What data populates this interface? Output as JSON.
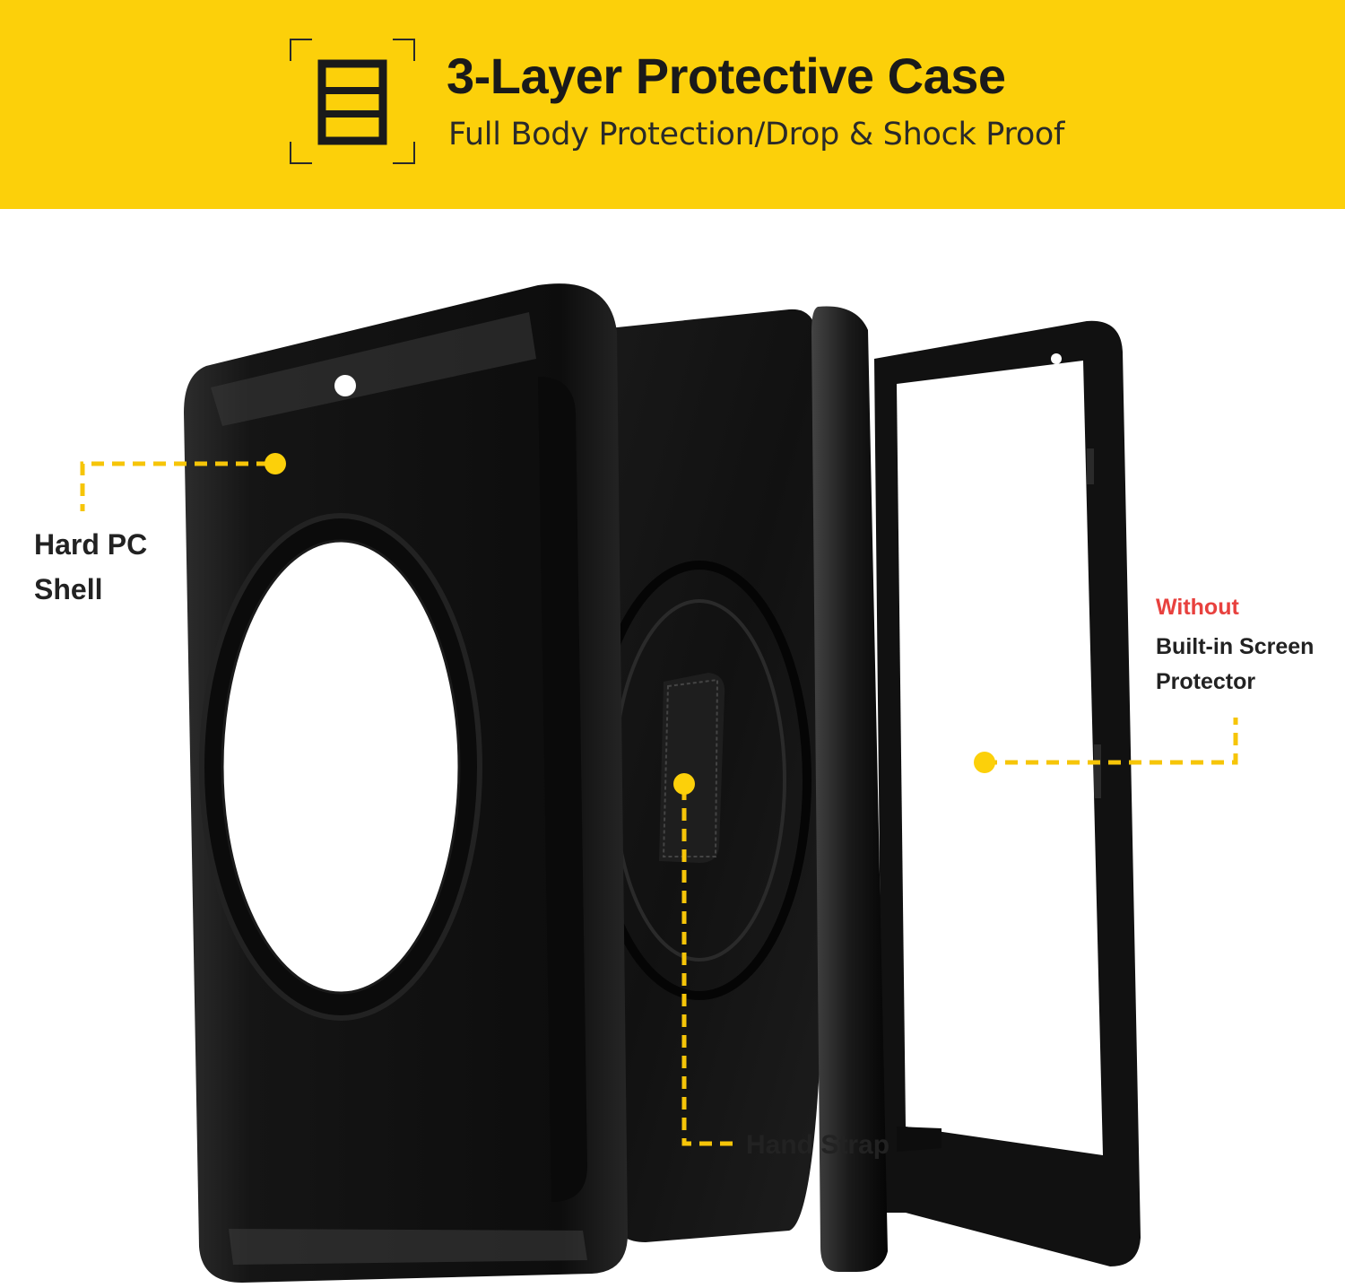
{
  "banner": {
    "title": "3-Layer Protective Case",
    "subtitle": "Full Body Protection/Drop & Shock Proof",
    "background_color": "#fcd00a",
    "icon": "layers-icon"
  },
  "callouts": {
    "hard_pc_shell": "Hard PC Shell",
    "hand_strap": "Hand Strap",
    "without": "Without",
    "screen_protector": "Built-in Screen Protector"
  },
  "colors": {
    "accent_yellow": "#fcd00a",
    "warning_red": "#e8413e",
    "case_black": "#111111"
  }
}
